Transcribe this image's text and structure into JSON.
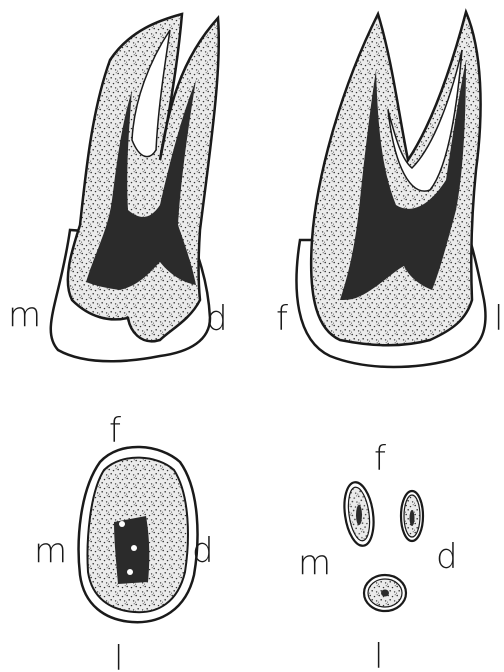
{
  "figure": {
    "labels": {
      "top_left_mesial": "m",
      "top_left_distal": "d",
      "top_right_facial": "f",
      "top_right_lingual": "l",
      "bottom_left_facial": "f",
      "bottom_left_mesial": "m",
      "bottom_left_distal": "d",
      "bottom_left_lingual": "l",
      "bottom_right_facial": "f",
      "bottom_right_mesial": "m",
      "bottom_right_distal": "d",
      "bottom_right_lingual": "l"
    },
    "colors": {
      "line": "#1a1a1a",
      "pulp": "#2b2b2b",
      "dentin_fill": "#e9e9e9",
      "stipple": "#333333",
      "paper": "#ffffff"
    }
  }
}
